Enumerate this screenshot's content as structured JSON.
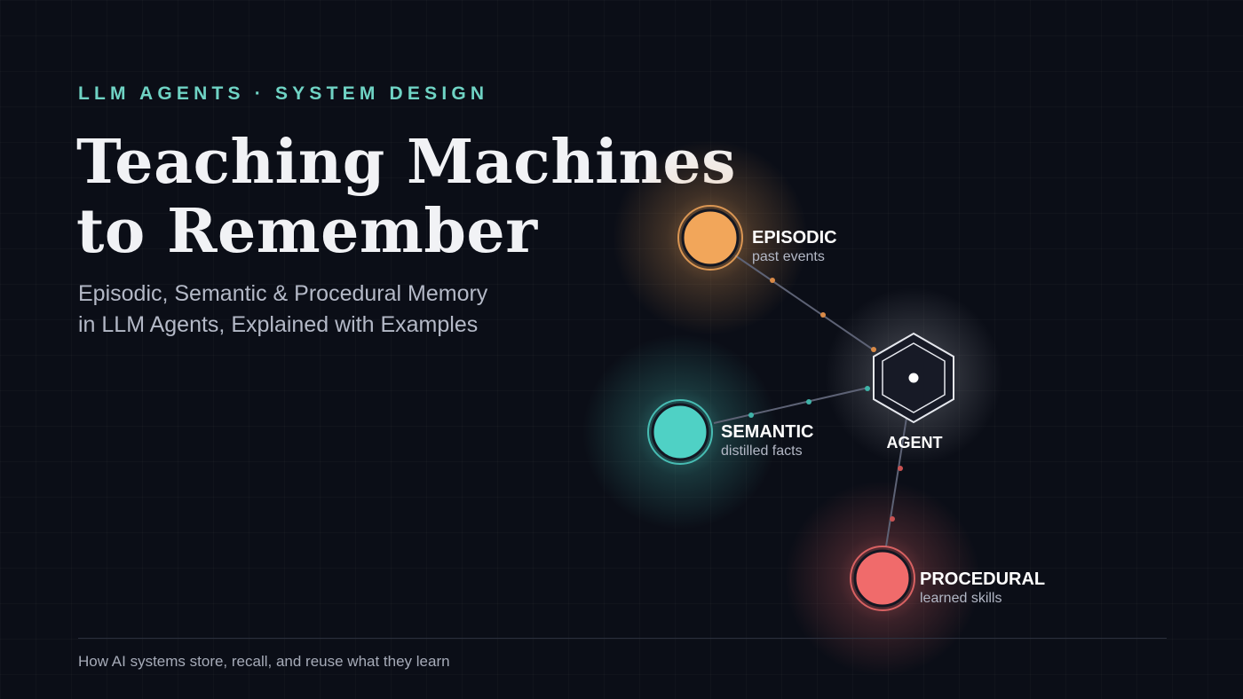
{
  "header": {
    "eyebrow": "LLM AGENTS · SYSTEM DESIGN",
    "title_line1": "Teaching Machines",
    "title_line2": "to Remember",
    "subtitle_line1": "Episodic, Semantic & Procedural Memory",
    "subtitle_line2": "in LLM Agents, Explained with Examples"
  },
  "diagram": {
    "agent": {
      "label": "AGENT",
      "icon": "hexagon-icon"
    },
    "nodes": {
      "episodic": {
        "title": "EPISODIC",
        "subtitle": "past events",
        "color": "#f2a65a"
      },
      "semantic": {
        "title": "SEMANTIC",
        "subtitle": "distilled facts",
        "color": "#4fd1c5"
      },
      "procedural": {
        "title": "PROCEDURAL",
        "subtitle": "learned skills",
        "color": "#f06b6b"
      }
    }
  },
  "footer": {
    "text": "How AI systems store, recall, and reuse what they learn"
  },
  "colors": {
    "background": "#0b0e17",
    "accent": "#6fd3c4"
  }
}
